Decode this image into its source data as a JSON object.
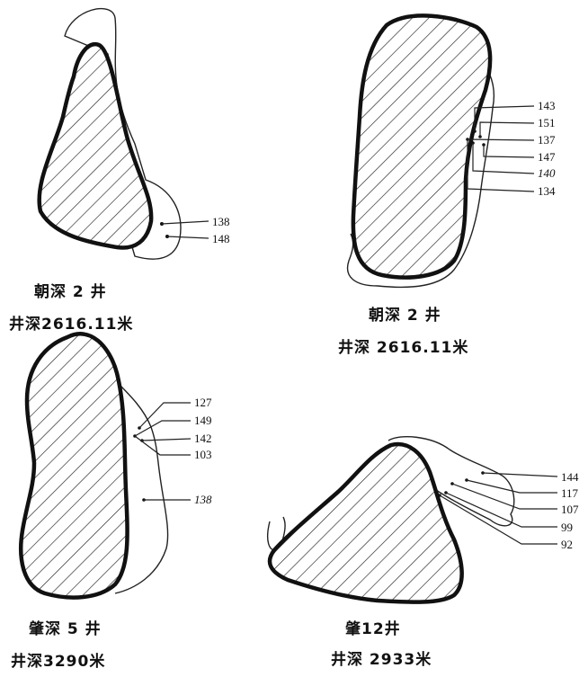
{
  "panels": [
    {
      "name_label": "朝深 2 井",
      "depth_label": "井深2616.11米",
      "points": [
        "138",
        "148"
      ]
    },
    {
      "name_label": "朝深 2 井",
      "depth_label": "井深 2616.11米",
      "points": [
        "143",
        "151",
        "137",
        "147",
        "140",
        "134"
      ]
    },
    {
      "name_label": "肇深 5 井",
      "depth_label": "井深3290米",
      "points": [
        "127",
        "149",
        "142",
        "103",
        "138"
      ]
    },
    {
      "name_label": "肇12井",
      "depth_label": "井深 2933米",
      "points": [
        "144",
        "117",
        "107",
        "99",
        "92"
      ]
    }
  ],
  "colors": {
    "ink": "#111111",
    "background": "#ffffff"
  }
}
